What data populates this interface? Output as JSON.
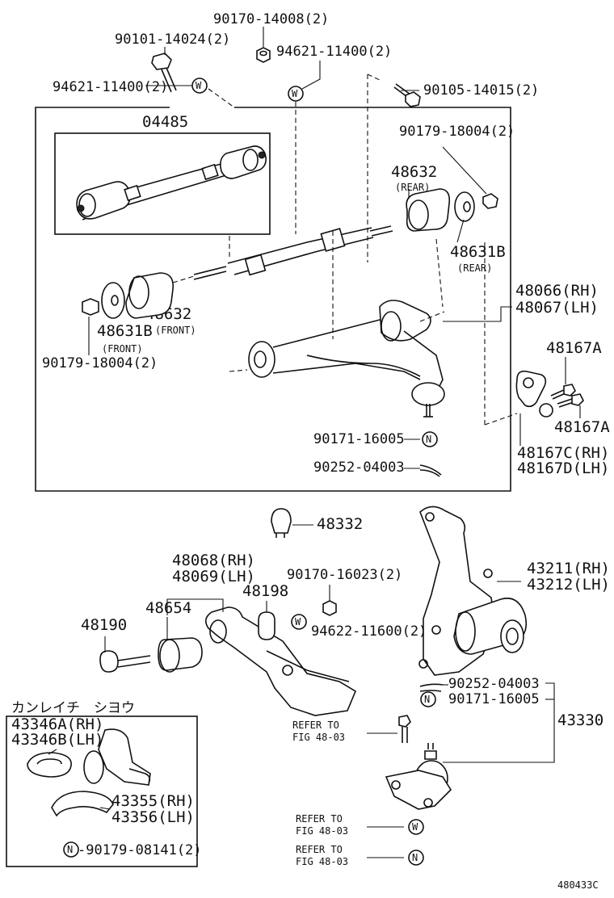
{
  "diagram_id": "480433C",
  "group_box_part": "04485",
  "section_heading_kana": "カンレイチ　シヨウ",
  "labels": {
    "p_90170_14008": "90170-14008(2)",
    "p_90101_14024": "90101-14024(2)",
    "p_94621_11400_a": "94621-11400(2)",
    "p_94621_11400_b": "94621-11400(2)",
    "p_90105_14015": "90105-14015(2)",
    "p_90179_18004_a": "90179-18004(2)",
    "p_48632_rear": "48632",
    "rear_tag_1": "(REAR)",
    "p_48631b_rear": "48631B",
    "rear_tag_2": "(REAR)",
    "p_48066": "48066(RH)",
    "p_48067": "48067(LH)",
    "p_48632_front": "48632",
    "front_tag_1": "(FRONT)",
    "p_48631b_front": "48631B",
    "front_tag_2": "(FRONT)",
    "p_90179_18004_b": "90179-18004(2)",
    "p_48167a_1": "48167A",
    "p_48167a_2": "48167A",
    "p_48167c": "48167C(RH)",
    "p_48167d": "48167D(LH)",
    "p_90171_16005_a": "90171-16005",
    "p_90252_04003_a": "90252-04003",
    "p_48332": "48332",
    "p_48068": "48068(RH)",
    "p_48069": "48069(LH)",
    "p_90170_16023": "90170-16023(2)",
    "p_48198": "48198",
    "p_43211": "43211(RH)",
    "p_43212": "43212(LH)",
    "p_48190": "48190",
    "p_48654": "48654",
    "p_94622_11600": "94622-11600(2)",
    "p_90252_04003_b": "90252-04003",
    "p_90171_16005_b": "90171-16005",
    "p_43330": "43330",
    "refer_1": "REFER TO",
    "refer_1b": "FIG 48-03",
    "refer_2": "REFER TO",
    "refer_2b": "FIG 48-03",
    "refer_3": "REFER TO",
    "refer_3b": "FIG 48-03",
    "p_43346a": "43346A(RH)",
    "p_43346b": "43346B(LH)",
    "p_43355": "43355(RH)",
    "p_43356": "43356(LH)",
    "p_90179_08141": "-90179-08141(2)"
  },
  "symbols": {
    "washer": "W",
    "nut": "N"
  }
}
